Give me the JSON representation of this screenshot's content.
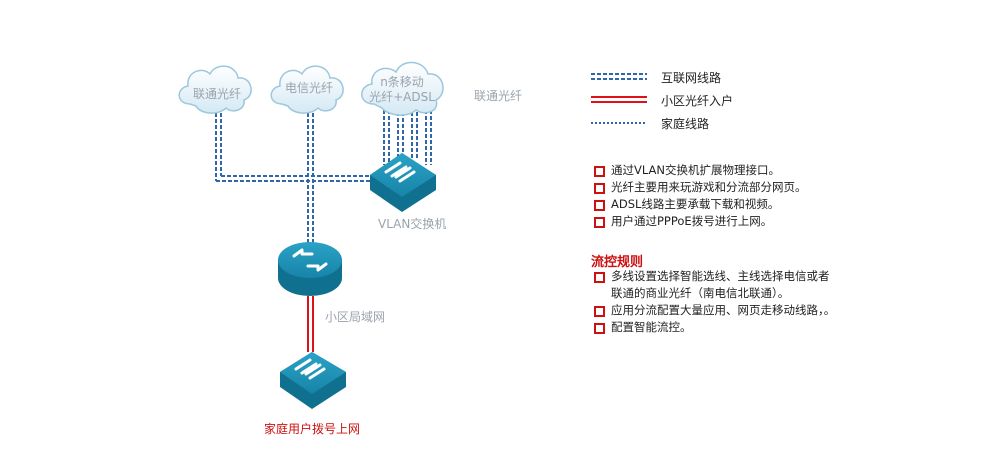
{
  "clouds": [
    {
      "id": "cloud1",
      "lines": [
        "联通光纤"
      ]
    },
    {
      "id": "cloud2",
      "lines": [
        "电信光纤"
      ]
    },
    {
      "id": "cloud3",
      "lines": [
        "n条移动",
        "光纤+ADSL"
      ]
    }
  ],
  "labels": {
    "extra_unicom": "联通光纤",
    "vlan_switch": "VLAN交换机",
    "lan": "小区局域网",
    "home_user": "家庭用户拨号上网"
  },
  "legend": [
    {
      "text": "互联网线路",
      "color": "#2f67a8",
      "style": "double-dashed"
    },
    {
      "text": "小区光纤入户",
      "color": "#e0101a",
      "style": "double-solid"
    },
    {
      "text": "家庭线路",
      "color": "#2f67a8",
      "style": "dotted"
    }
  ],
  "notes": [
    "通过VLAN交换机扩展物理接口。",
    "光纤主要用来玩游戏和分流部分网页。",
    "ADSL线路主要承载下载和视频。",
    "用户通过PPPoE拨号进行上网。"
  ],
  "rules": {
    "title": "流控规则",
    "items": [
      [
        "多线设置选择智能选线、主线选择电信或者",
        "联通的商业光纤（南电信北联通）。"
      ],
      [
        "应用分流配置大量应用、网页走移动线路，。"
      ],
      [
        "配置智能流控。"
      ]
    ]
  },
  "colors": {
    "device": "#1a84a6",
    "internet_line": "#2f67a8",
    "fiber_line": "#e0101a",
    "accent_text": "#cc1111"
  }
}
